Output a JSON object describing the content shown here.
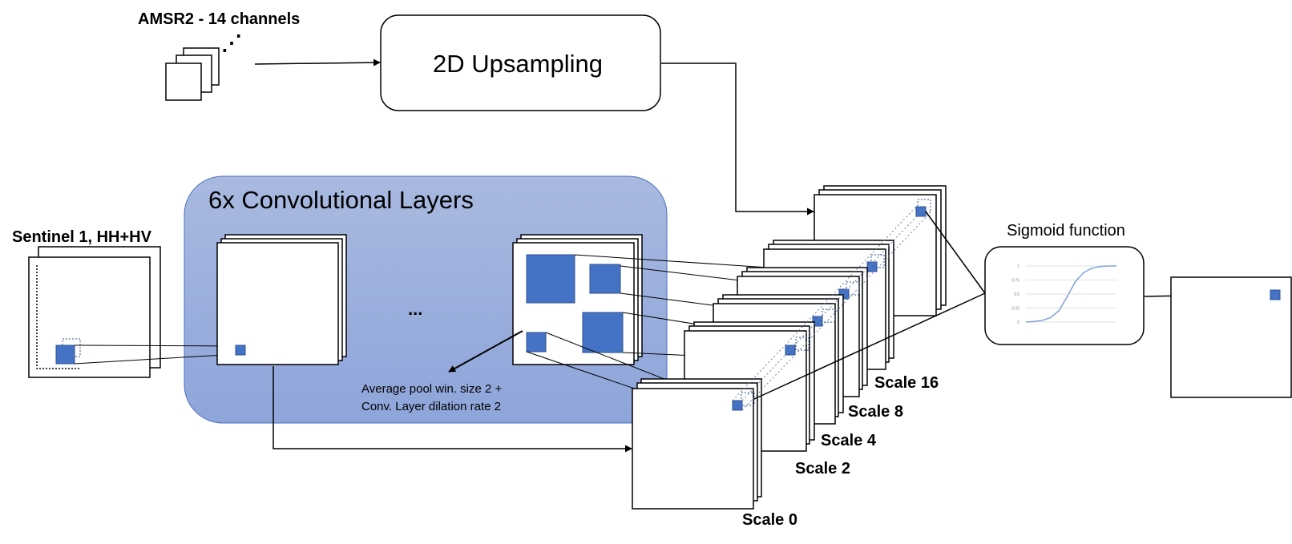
{
  "colors": {
    "accent": "#4472C4",
    "accent_dark": "#2F528F",
    "panel_top": "#A9B9E0",
    "panel_bottom": "#8EA5DA",
    "line": "#000000",
    "sigmoid_curve": "#7FA3D9",
    "grid": "#D9D9D9"
  },
  "inputs": {
    "amsr2_label": "AMSR2 - 14 channels",
    "amsr2_ellipsis": "⋰",
    "sentinel_label": "Sentinel 1, HH+HV"
  },
  "upsampling": {
    "label": "2D Upsampling"
  },
  "conv_block": {
    "title": "6x Convolutional Layers",
    "ellipsis": "...",
    "annotation_line1": "Average pool win. size 2 +",
    "annotation_line2": "Conv. Layer dilation rate 2"
  },
  "scales": [
    "Scale 0",
    "Scale 2",
    "Scale 4",
    "Scale 8",
    "Scale 16"
  ],
  "sigmoid": {
    "label": "Sigmoid function",
    "y_ticks": [
      "1",
      "0.75",
      "0.5",
      "0.25",
      "0"
    ],
    "curve": [
      0,
      0.01,
      0.03,
      0.08,
      0.2,
      0.45,
      0.72,
      0.88,
      0.96,
      0.99,
      1,
      1
    ]
  }
}
